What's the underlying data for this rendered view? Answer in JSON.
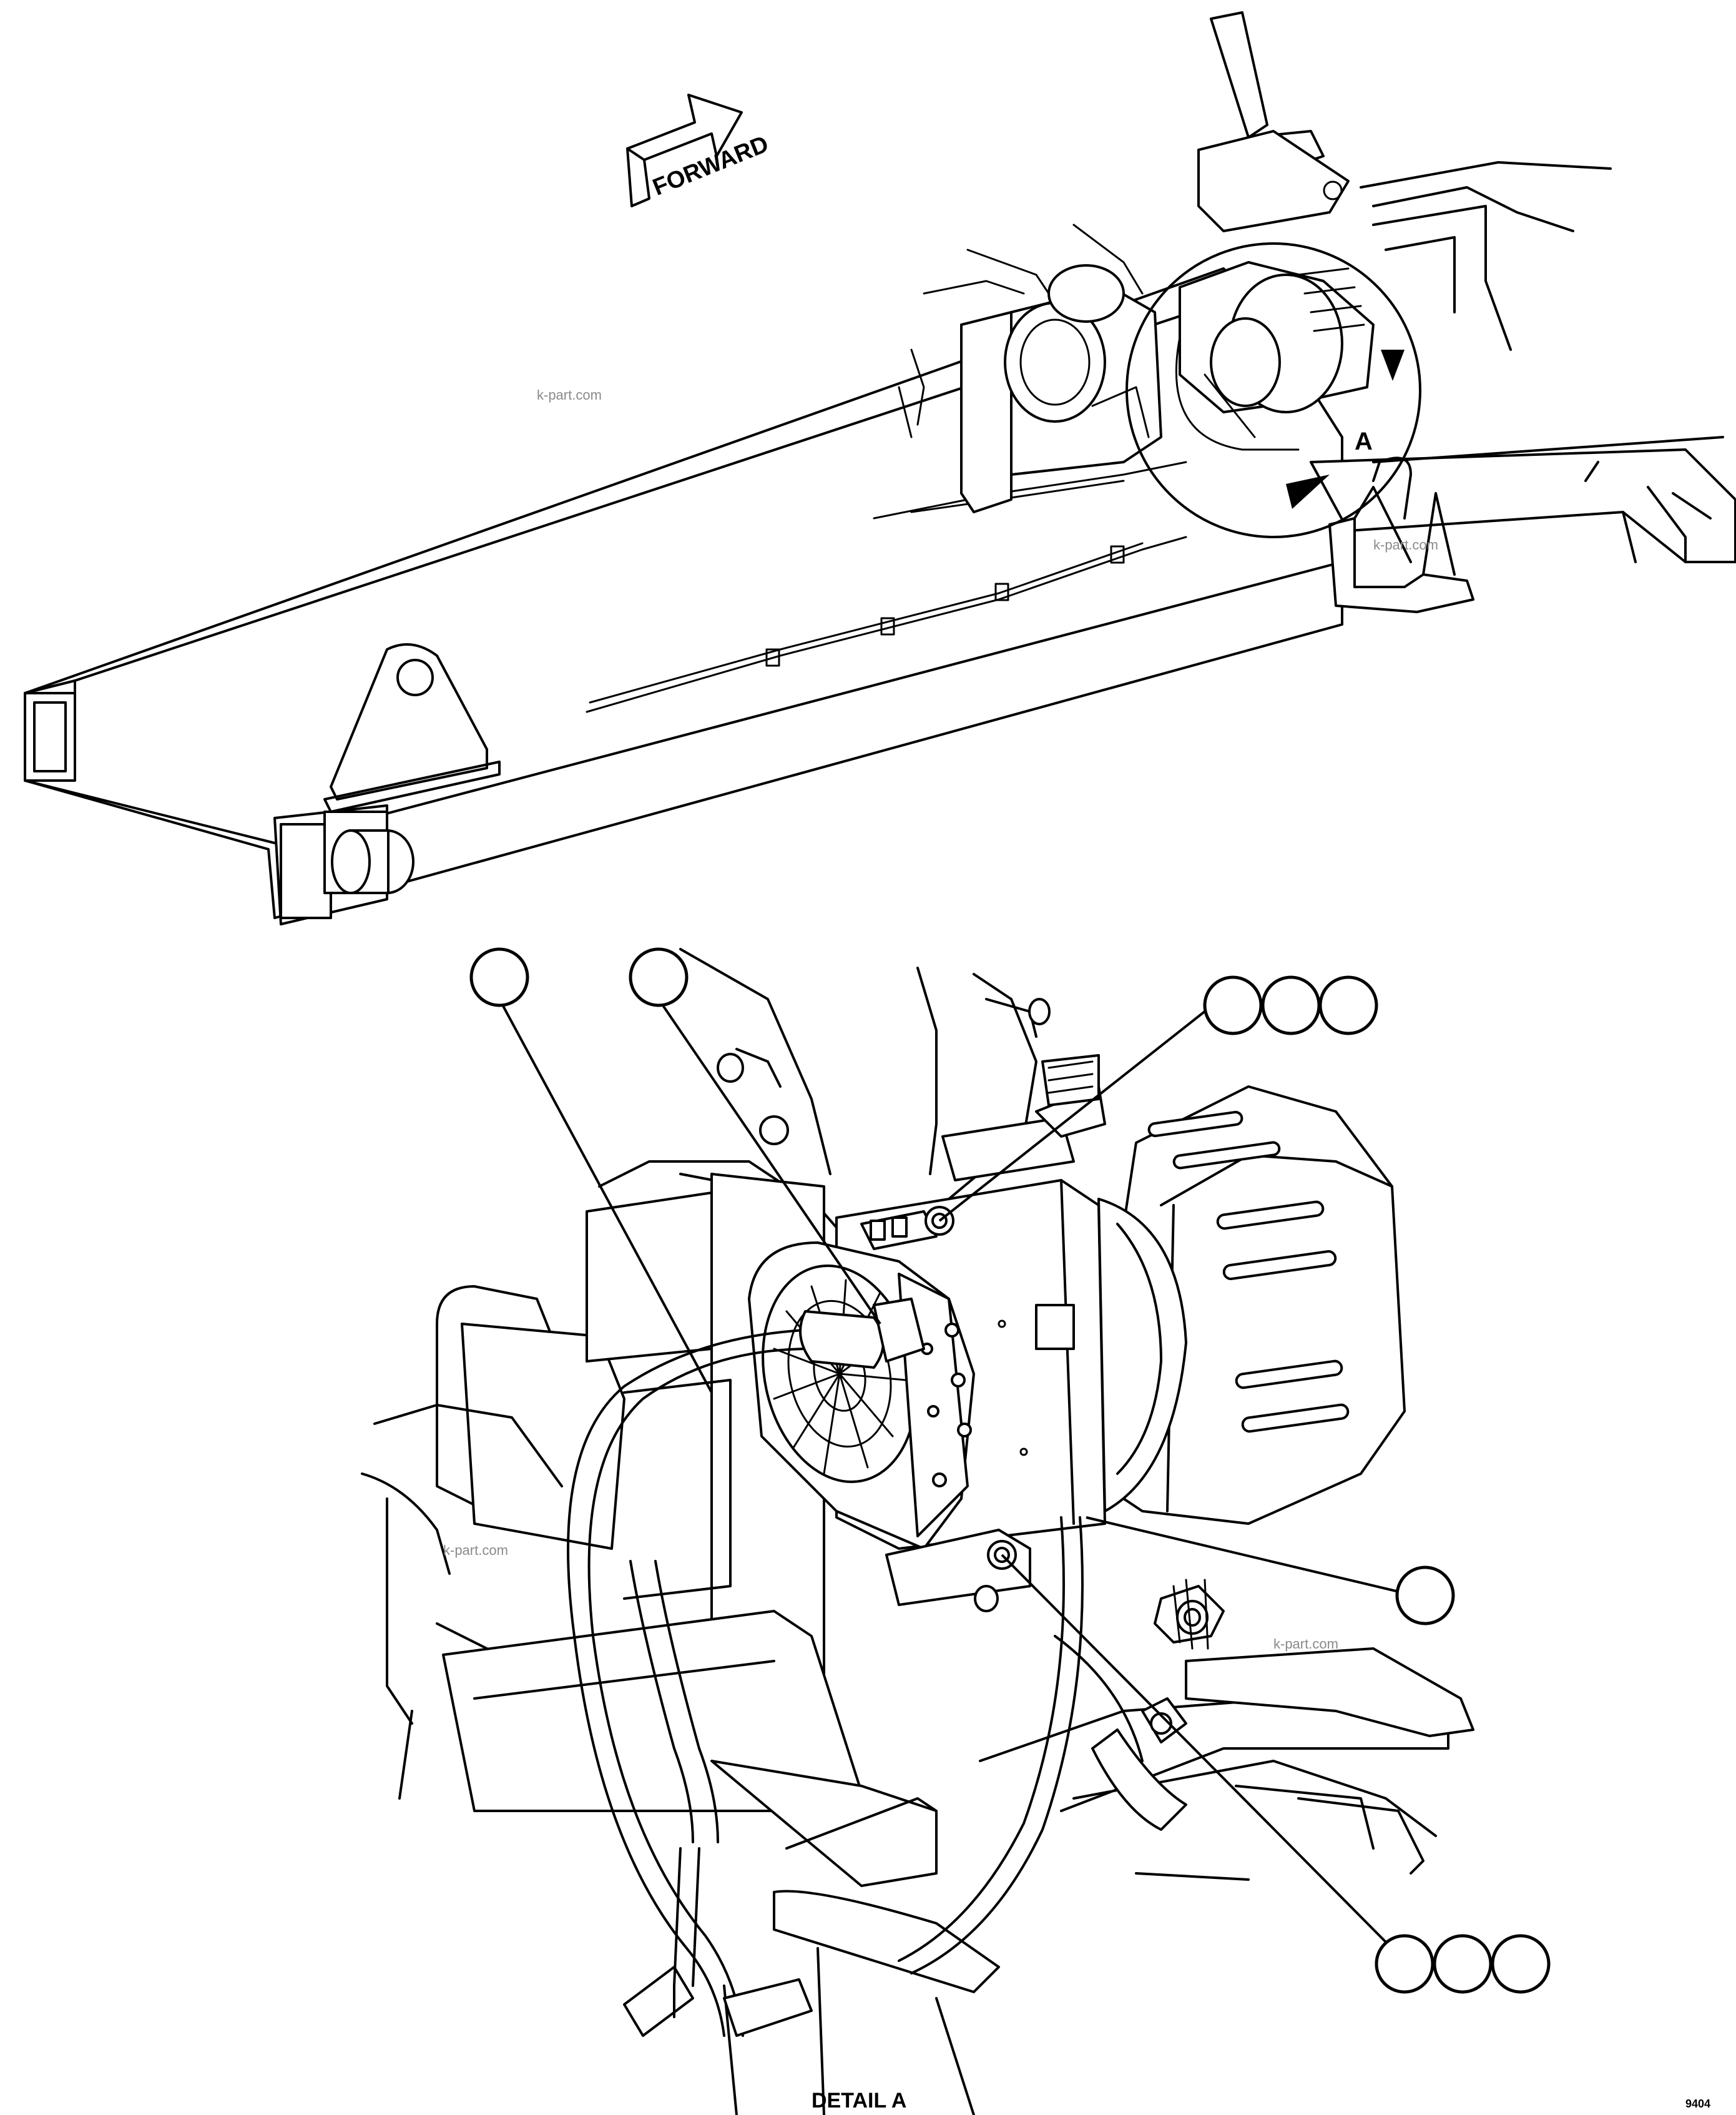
{
  "labels": {
    "forward": "FORWARD",
    "detail_ref": "A",
    "detail_title": "DETAIL A",
    "drawing_number": "9404"
  },
  "watermarks": [
    "k-part.com",
    "k-part.com",
    "k-part.com",
    "k-part.com"
  ]
}
